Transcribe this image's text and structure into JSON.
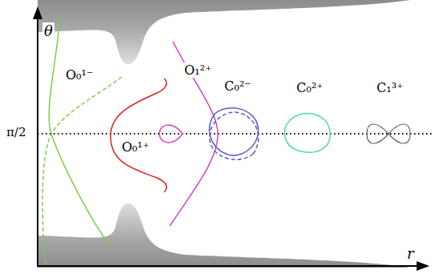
{
  "diagram": {
    "labels": [
      "θ",
      "π/2",
      "r",
      "O₀¹⁻",
      "O₀¹⁺",
      "O₁²⁺",
      "C₀²⁻",
      "C₀²⁺",
      "C₁³⁺"
    ]
  }
}
